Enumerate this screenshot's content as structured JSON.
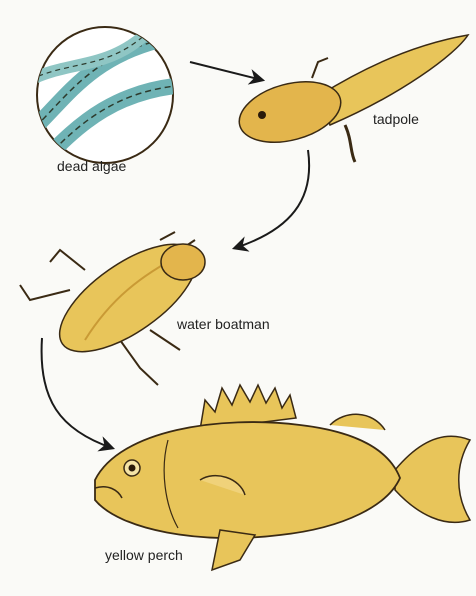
{
  "labels": {
    "dead_algae": "dead algae",
    "tadpole": "tadpole",
    "water_boatman": "water boatman",
    "yellow_perch": "yellow perch"
  },
  "colors": {
    "background": "#fafaf7",
    "organism_fill": "#e8c55a",
    "organism_shade": "#c99a35",
    "outline": "#3a2a14",
    "algae_teal": "#6fb3b5",
    "arrow": "#1a1a1a"
  }
}
